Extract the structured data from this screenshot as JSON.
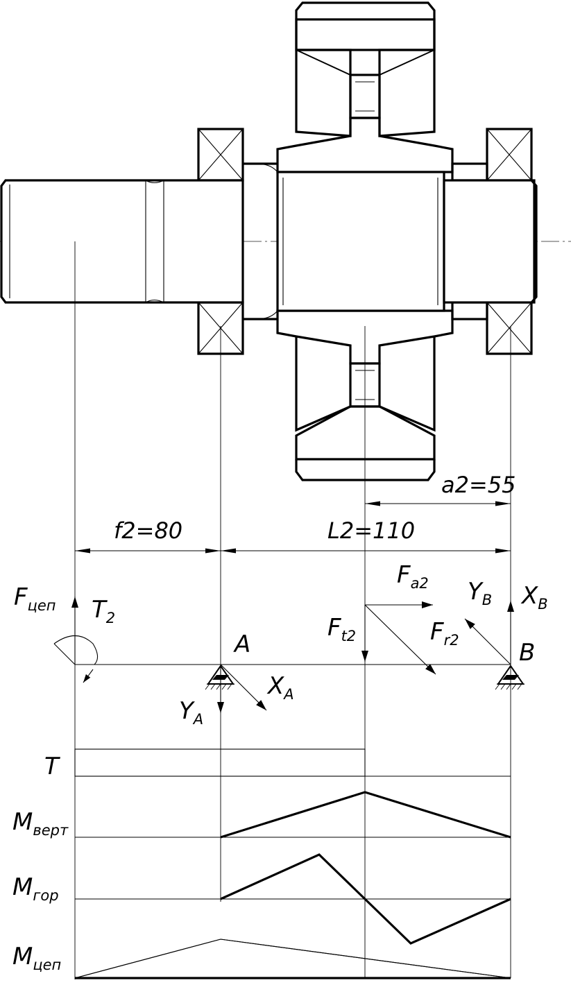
{
  "dimensions": {
    "f2": "f2=80",
    "l2": "L2=110",
    "a2": "a2=55"
  },
  "labels": {
    "force_chain": {
      "main": "F",
      "sub": "цеп"
    },
    "torque": {
      "main": "T",
      "sub": "2"
    },
    "support_a": "A",
    "support_b": "B",
    "force_axial": {
      "main": "F",
      "sub": "a2"
    },
    "force_tangential": {
      "main": "F",
      "sub": "t2"
    },
    "force_radial": {
      "main": "F",
      "sub": "r2"
    },
    "reaction_ya": {
      "main": "Y",
      "sub": "A"
    },
    "reaction_xa": {
      "main": "X",
      "sub": "A"
    },
    "reaction_yb": {
      "main": "Y",
      "sub": "B"
    },
    "reaction_xb": {
      "main": "X",
      "sub": "B"
    }
  },
  "diagrams": {
    "torque": {
      "main": "T",
      "sub": ""
    },
    "moment_vertical": {
      "main": "M",
      "sub": "верт"
    },
    "moment_horizontal": {
      "main": "M",
      "sub": "гор"
    },
    "moment_chain": {
      "main": "M",
      "sub": "цеп"
    }
  }
}
